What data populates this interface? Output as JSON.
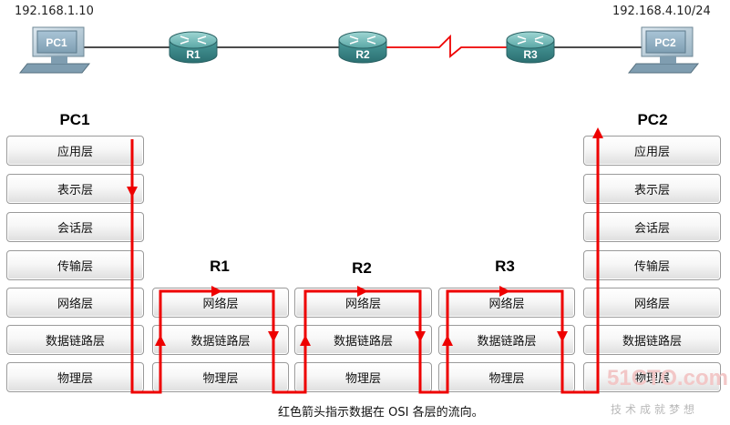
{
  "topology": {
    "pc1": {
      "label": "PC1",
      "ip": "192.168.1.10"
    },
    "pc2": {
      "label": "PC2",
      "ip": "192.168.4.10/24"
    },
    "routers": [
      "R1",
      "R2",
      "R3"
    ]
  },
  "stacks": {
    "pc1": {
      "title": "PC1",
      "layers": [
        "应用层",
        "表示层",
        "会话层",
        "传输层",
        "网络层",
        "数据链路层",
        "物理层"
      ]
    },
    "r1": {
      "title": "R1",
      "layers": [
        "网络层",
        "数据链路层",
        "物理层"
      ]
    },
    "r2": {
      "title": "R2",
      "layers": [
        "网络层",
        "数据链路层",
        "物理层"
      ]
    },
    "r3": {
      "title": "R3",
      "layers": [
        "网络层",
        "数据链路层",
        "物理层"
      ]
    },
    "pc2": {
      "title": "PC2",
      "layers": [
        "应用层",
        "表示层",
        "会话层",
        "传输层",
        "网络层",
        "数据链路层",
        "物理层"
      ]
    }
  },
  "caption": "红色箭头指示数据在 OSI 各层的流向。",
  "watermark": {
    "site": "51CTO.com",
    "slogan": "技术成就梦想"
  },
  "colors": {
    "flow": "#ee0000",
    "serial_link": "#ee0000",
    "ethernet_link": "#111111",
    "router": "#3f8e8f",
    "pc": "#9ab9c9"
  }
}
